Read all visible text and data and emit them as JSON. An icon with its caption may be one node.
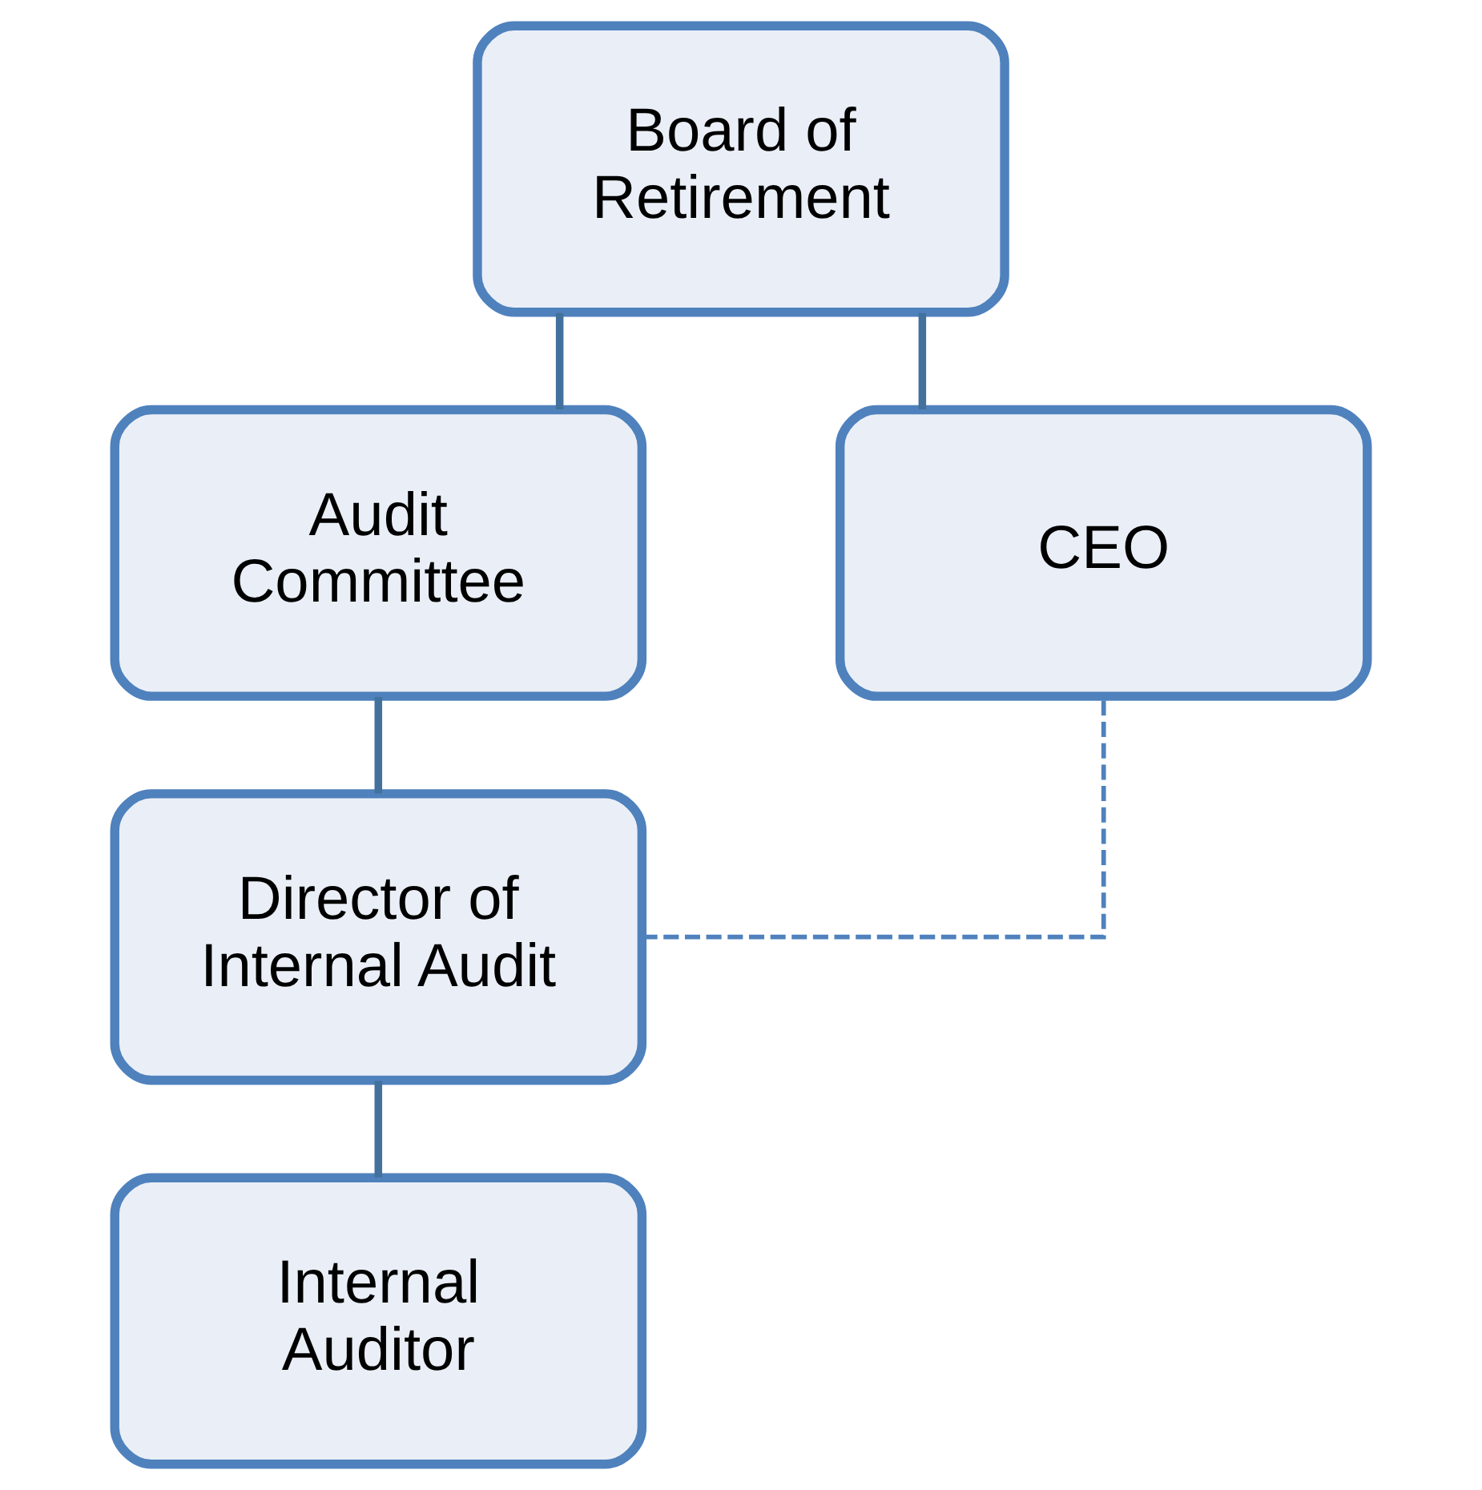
{
  "diagram": {
    "nodes": [
      {
        "text": [
          "Board of Retirement"
        ]
      },
      {
        "text": [
          "Audit Committee"
        ]
      },
      {
        "text": [
          "CEO"
        ]
      },
      {
        "text": [
          "Director of Internal Audit"
        ]
      },
      {
        "text": [
          "Internal Auditor"
        ]
      }
    ],
    "edges": [
      {
        "from": 0,
        "to": 1,
        "arrow": "none"
      },
      {
        "from": 0,
        "to": 2,
        "arrow": "none"
      },
      {
        "from": 1,
        "to": 3,
        "arrow": "none"
      },
      {
        "from": 3,
        "to": 4,
        "arrow": "none"
      },
      {
        "from": 3,
        "to": 2,
        "arrow": "none",
        "style": "dashed"
      }
    ]
  }
}
